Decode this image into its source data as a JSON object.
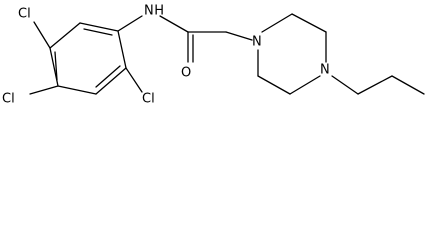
{
  "molecule": {
    "atoms": {
      "cl_top": "Cl",
      "cl_left": "Cl",
      "cl_bottom": "Cl",
      "nh": "N",
      "nh_h": "H",
      "o": "O",
      "n_pip_1": "N",
      "n_pip_4": "N"
    },
    "colors": {
      "bond": "#000000",
      "label": "#000000",
      "background": "#ffffff"
    }
  }
}
